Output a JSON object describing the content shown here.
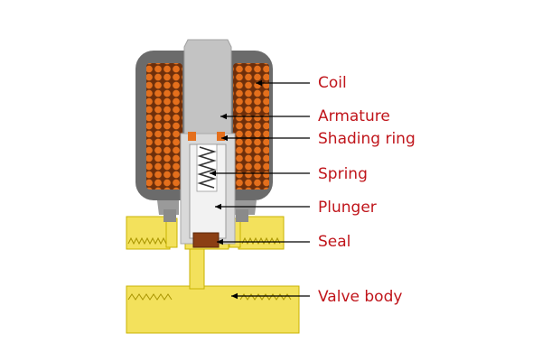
{
  "diagram": {
    "label_color": "#c0151b",
    "colors": {
      "coil_housing": "#6b6b6b",
      "coil_winding": "#e46f1c",
      "armature": "#c3c3c3",
      "tube": "#d9d9d9",
      "plunger": "#f2f2f2",
      "shading_ring": "#e46f1c",
      "seal": "#8b3f14",
      "valve_body": "#f3e15c",
      "leader_line": "#000000"
    },
    "labels": {
      "coil": "Coil",
      "armature": "Armature",
      "shading_ring": "Shading ring",
      "spring": "Spring",
      "plunger": "Plunger",
      "seal": "Seal",
      "valve_body": "Valve body"
    }
  }
}
